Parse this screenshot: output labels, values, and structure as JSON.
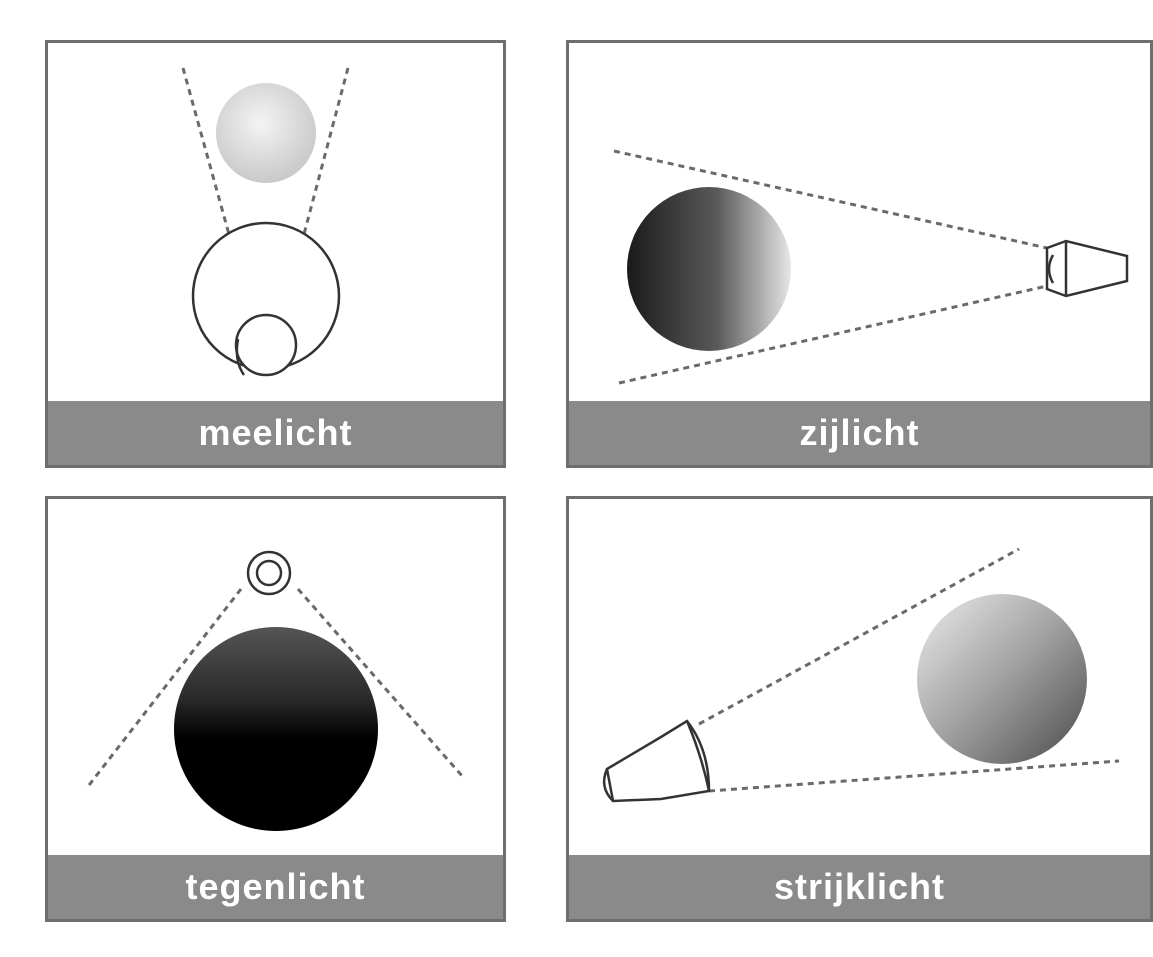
{
  "panels": [
    {
      "id": "frontlight",
      "caption": "meelicht"
    },
    {
      "id": "sidelight",
      "caption": "zijlicht"
    },
    {
      "id": "backlight",
      "caption": "tegenlicht"
    },
    {
      "id": "grazinglight",
      "caption": "strijklicht"
    }
  ],
  "colors": {
    "frame": "#6e6e6e",
    "caption_bg": "#8a8a8a",
    "caption_text": "#ffffff",
    "dashed_line": "#6a6a6a"
  }
}
